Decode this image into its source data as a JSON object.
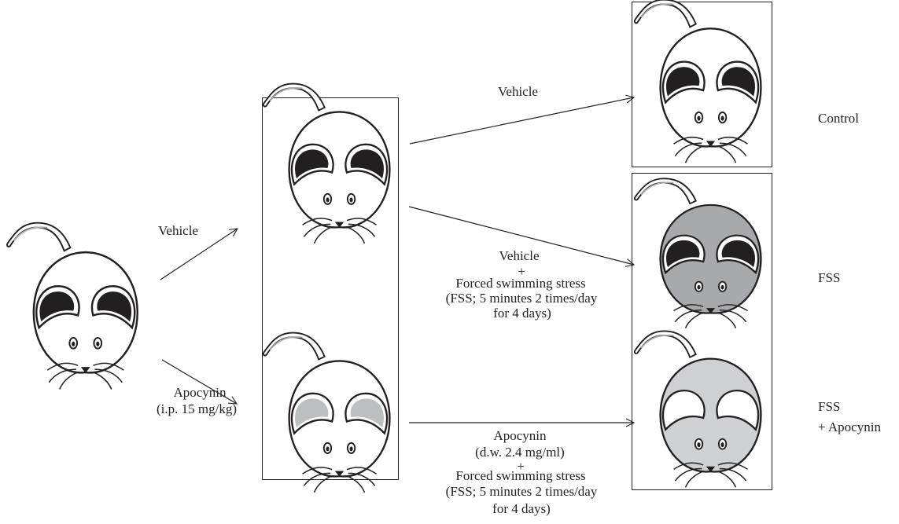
{
  "arrows": {
    "vehicle_initial": "Vehicle",
    "apocynin_initial": [
      "Apocynin",
      "(i.p. 15 mg/kg)"
    ],
    "vehicle_to_control": "Vehicle",
    "vehicle_to_fss": [
      "Vehicle",
      "+",
      "Forced swimming stress",
      "(FSS; 5 minutes 2 times/day",
      "for 4 days)"
    ],
    "apocynin_to_fss_apocynin": [
      "Apocynin",
      "(d.w. 2.4 mg/ml)",
      "+",
      "Forced swimming stress",
      "(FSS; 5 minutes 2 times/day",
      "for 4 days)"
    ]
  },
  "groups": {
    "control": "Control",
    "fss": "FSS",
    "fss_apocynin": [
      "FSS",
      "+ Apocynin"
    ]
  },
  "colors": {
    "ink": "#231f20",
    "white_mouse": "#ffffff",
    "fss_mouse": "#a7a9ac",
    "fss_apocynin_mouse": "#cfd0d2",
    "apocynin_ear": "#bcbec0",
    "apocynin_group_ear": "#ffffff"
  }
}
